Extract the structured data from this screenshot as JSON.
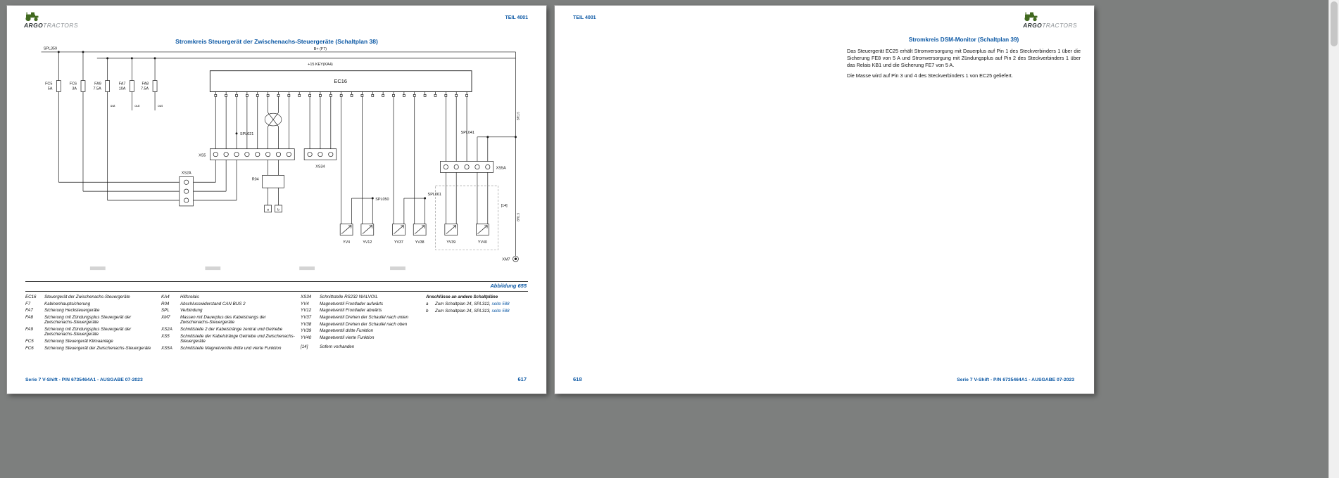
{
  "colors": {
    "accent_blue": "#0a57a4",
    "viewer_background": "#7d7f7e",
    "page_background": "#ffffff",
    "scrollbar_thumb": "#c6c6c6"
  },
  "left_page": {
    "header_label": "TEIL 4001",
    "logo": {
      "icon": "tractor-icon",
      "brand": "ARGO",
      "suffix": "TRACTORS"
    },
    "title": "Stromkreis Steuergerät der Zwischenachs-Steuergeräte (Schaltplan 38)",
    "figure_caption": "Abbildung 655",
    "page_number": "617",
    "footer": "Serie 7 V-Shift - P/N 6735464A1 - AUSGABE 07-2023",
    "diagram": {
      "spl359": "SPL359",
      "bus_plus": "B+ (F7)",
      "bus_key": "+15 KEY(KA4)",
      "fuses": [
        {
          "name": "FC5",
          "value": "5A"
        },
        {
          "name": "FC6",
          "value": "3A"
        },
        {
          "name": "FA9",
          "value": "7.5A"
        },
        {
          "name": "FA7",
          "value": "10A"
        },
        {
          "name": "FA8",
          "value": "7.5A"
        }
      ],
      "out_label": "out",
      "ec16": "EC16",
      "spl021": "SPL021",
      "xs2a": "XS2A",
      "xs5": "XS5",
      "xs34": "XS34",
      "xs5a": "XS5A",
      "spl041": "SPL041",
      "spl050": "SPL050",
      "spl061": "SPL061",
      "r04": "R04",
      "a_label": "a",
      "b_label": "b",
      "valves_left": [
        "YV4",
        "YV12",
        "YV37",
        "YV38"
      ],
      "valves_right": [
        "YV39",
        "YV40"
      ],
      "optional_tag": "[14]",
      "xm7": "XM7",
      "wire_label": "BR1.5"
    },
    "legend": {
      "col1": [
        {
          "code": "EC16",
          "desc": "Steuergerät der Zwischenachs-Steuergeräte"
        },
        {
          "code": "F7",
          "desc": "Kabinenhauptsicherung"
        },
        {
          "code": "FA7",
          "desc": "Sicherung Hecksteuergeräte"
        },
        {
          "code": "FA8",
          "desc": "Sicherung mit Zündungsplus Steuergerät der Zwischenachs-Steuergeräte"
        },
        {
          "code": "FA9",
          "desc": "Sicherung mit Zündungsplus Steuergerät der Zwischenachs-Steuergeräte"
        },
        {
          "code": "FC5",
          "desc": "Sicherung Steuergerät Klimaanlage"
        },
        {
          "code": "FC6",
          "desc": "Sicherung Steuergerät der Zwischenachs-Steuergeräte"
        }
      ],
      "col2": [
        {
          "code": "KA4",
          "desc": "Hilfsrelais"
        },
        {
          "code": "R04",
          "desc": "Abschlusswiderstand CAN BUS 2"
        },
        {
          "code": "SPL",
          "desc": "Verbindung"
        },
        {
          "code": "XM7",
          "desc": "Massen mit Dauerplus des Kabelstrangs der Zwischenachs-Steuergeräte"
        },
        {
          "code": "XS2A",
          "desc": "Schnittstelle 2 der Kabelstränge zentral und Getriebe"
        },
        {
          "code": "XS5",
          "desc": "Schnittstelle der Kabelstränge Getriebe und Zwischenachs-Steuergeräte"
        },
        {
          "code": "XS5A",
          "desc": "Schnittstelle Magnetventile dritte und vierte Funktion"
        }
      ],
      "col3": [
        {
          "code": "XS34",
          "desc": "Schnittstelle RS232 WALVOIL"
        },
        {
          "code": "YV4",
          "desc": "Magnetventil Frontlader aufwärts"
        },
        {
          "code": "YV12",
          "desc": "Magnetventil Frontlader abwärts"
        },
        {
          "code": "YV37",
          "desc": "Magnetventil Drehen der Schaufel nach unten"
        },
        {
          "code": "YV38",
          "desc": "Magnetventil Drehen der Schaufel nach oben"
        },
        {
          "code": "YV39",
          "desc": "Magnetventil dritte Funktion"
        },
        {
          "code": "YV40",
          "desc": "Magnetventil vierte Funktion"
        },
        {
          "code": "[14]",
          "desc": "Sofern vorhanden"
        }
      ],
      "connections": {
        "header": "Anschlüsse an andere Schaltpläne",
        "items": [
          {
            "code": "a",
            "text": "Zum Schaltplan 24, SPL312, ",
            "link": "seite 588"
          },
          {
            "code": "b",
            "text": "Zum Schaltplan 24, SPL313, ",
            "link": "seite 588"
          }
        ]
      }
    }
  },
  "right_page": {
    "header_label": "TEIL 4001",
    "logo": {
      "icon": "tractor-icon",
      "brand": "ARGO",
      "suffix": "TRACTORS"
    },
    "title": "Stromkreis DSM-Monitor (Schaltplan 39)",
    "paragraphs": [
      "Das Steuergerät EC25 erhält Stromversorgung mit Dauerplus auf Pin 1 des Steckverbinders 1 über die Sicherung FE8 von 5 A und Stromversorgung mit Zündungsplus auf Pin 2 des Steckverbinders 1 über das Relais KB1 und die Sicherung FE7 von 5 A.",
      "Die Masse wird auf Pin 3 und 4 des Steckverbinders 1 von EC25 geliefert."
    ],
    "page_number": "618",
    "footer": "Serie 7 V-Shift - P/N 6735464A1 - AUSGABE 07-2023"
  }
}
